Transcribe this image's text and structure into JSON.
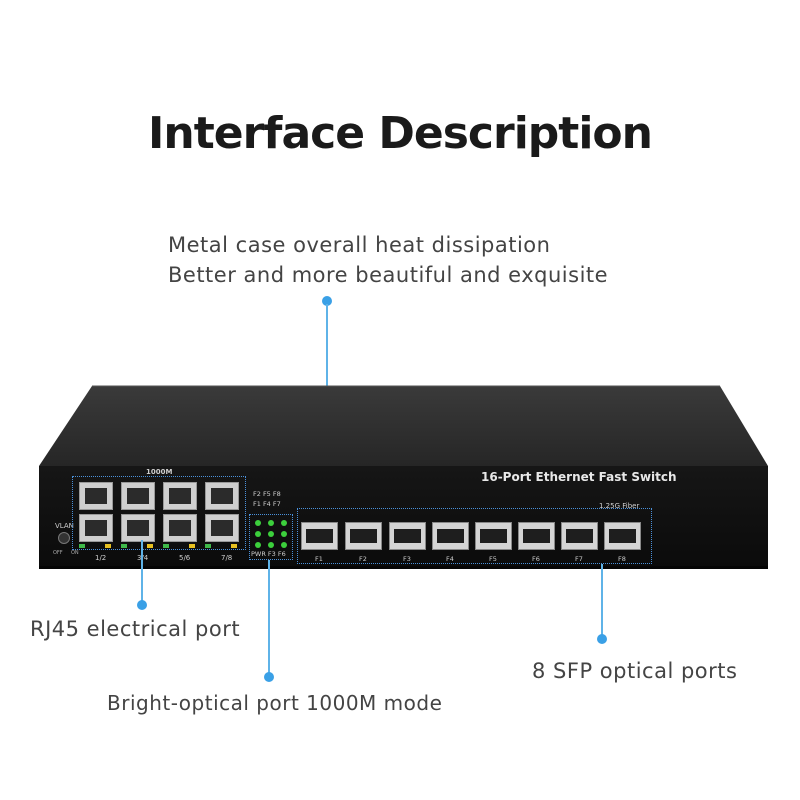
{
  "title": "Interface Description",
  "callouts": {
    "case_line1": "Metal case overall heat dissipation",
    "case_line2": "Better and more beautiful and exquisite",
    "rj45": "RJ45 electrical port",
    "bright": "Bright-optical port 1000M mode",
    "sfp": "8 SFP optical ports"
  },
  "device": {
    "name": "16-Port Ethernet Fast Switch",
    "fiber_label": "1.25G Fiber",
    "copper_label": "1000M",
    "vlan_label": "VLAN",
    "vlan_off": "OFF",
    "vlan_on": "ON",
    "rj45_pairs": [
      "1/2",
      "3/4",
      "5/6",
      "7/8"
    ],
    "led_rows": [
      "F2  F5  F8",
      "F1  F4  F7",
      "PWR F3  F6"
    ],
    "sfp_ports": [
      "F1",
      "F2",
      "F3",
      "F4",
      "F5",
      "F6",
      "F7",
      "F8"
    ]
  },
  "colors": {
    "accent": "#3aa0e6",
    "case": "#1a1a1a"
  }
}
